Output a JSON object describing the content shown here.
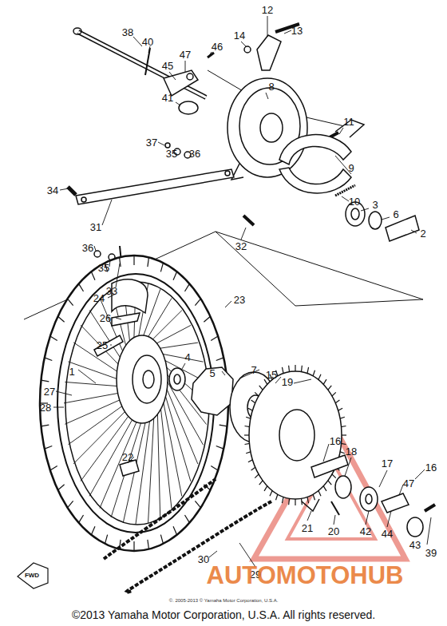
{
  "diagram": {
    "caption": "©2013 Yamaha Motor Corporation, U.S.A. All rights reserved.",
    "labels": [
      "38",
      "40",
      "12",
      "13",
      "14",
      "46",
      "47",
      "45",
      "8",
      "11",
      "41",
      "37",
      "35",
      "36",
      "9",
      "10",
      "3",
      "6",
      "2",
      "34",
      "31",
      "32",
      "36",
      "35",
      "33",
      "24",
      "23",
      "26",
      "25",
      "1",
      "4",
      "7",
      "5",
      "15",
      "19",
      "27",
      "28",
      "16",
      "18",
      "17",
      "16",
      "47",
      "22",
      "21",
      "20",
      "42",
      "44",
      "43",
      "39",
      "30",
      "29",
      "FWD",
      "AUTOMOTOHUB",
      "©. 2005-2013 © Yamaha Motor Corporation, U.S.A."
    ]
  }
}
